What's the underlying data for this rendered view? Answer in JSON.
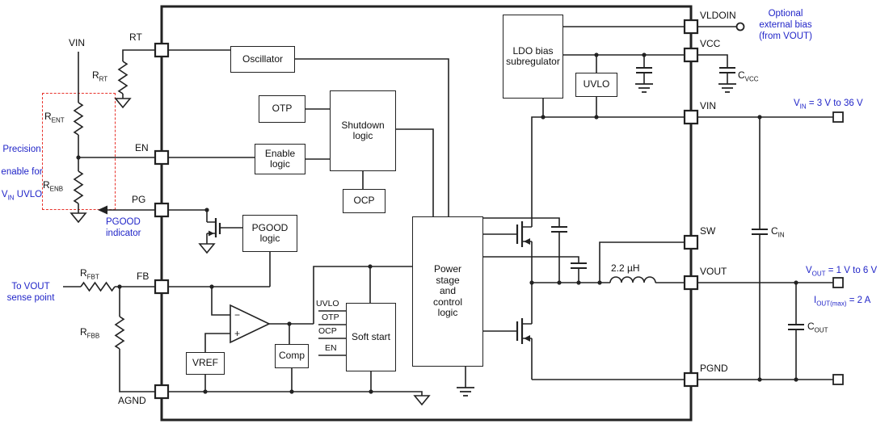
{
  "pins": {
    "rt": "RT",
    "en": "EN",
    "pg": "PG",
    "fb": "FB",
    "agnd": "AGND",
    "vldoin": "VLDOIN",
    "vcc": "VCC",
    "vin": "VIN",
    "sw": "SW",
    "vout": "VOUT",
    "pgnd": "PGND"
  },
  "blocks": {
    "oscillator": "Oscillator",
    "otp": "OTP",
    "shutdown": "Shutdown\nlogic",
    "enable": "Enable\nlogic",
    "ocp": "OCP",
    "pgood": "PGOOD\nlogic",
    "ldo": "LDO bias\nsubregulator",
    "uvlo": "UVLO",
    "power": "Power\nstage\nand\ncontrol\nlogic",
    "softstart": "Soft start",
    "comp": "Comp",
    "vref": "VREF"
  },
  "signals": {
    "uvlo": "UVLO",
    "otp": "OTP",
    "ocp": "OCP",
    "en": "EN"
  },
  "opamp": {
    "minus": "−",
    "plus": "+"
  },
  "components": {
    "vin_src": "VIN",
    "r_rt": {
      "p": "R",
      "s": "RT"
    },
    "r_ent": {
      "p": "R",
      "s": "ENT"
    },
    "r_enb": {
      "p": "R",
      "s": "ENB"
    },
    "r_fbt": {
      "p": "R",
      "s": "FBT"
    },
    "r_fbb": {
      "p": "R",
      "s": "FBB"
    },
    "c_vcc": {
      "p": "C",
      "s": "VCC"
    },
    "c_in": {
      "p": "C",
      "s": "IN"
    },
    "c_out": {
      "p": "C",
      "s": "OUT"
    },
    "inductor": "2.2 µH"
  },
  "notes": {
    "optional_bias": "Optional\nexternal bias\n(from VOUT)",
    "precision": {
      "l1": "Precision",
      "l2": "enable for",
      "l3p": "V",
      "l3s": "IN",
      "l3t": " UVLO"
    },
    "pgood": "PGOOD\nindicator",
    "vout_sense": "To VOUT\nsense point",
    "vin_range": {
      "p": "V",
      "s": "IN",
      "t": " = 3 V to 36 V"
    },
    "vout_range": {
      "p": "V",
      "s": "OUT",
      "t": " = 1 V to 6 V"
    },
    "iout_max": {
      "p": "I",
      "s": "OUT(max)",
      "t": " = 2 A"
    }
  },
  "colors": {
    "note_blue": "#2125c8",
    "dashed_red": "#e8312a",
    "line": "#222222"
  }
}
